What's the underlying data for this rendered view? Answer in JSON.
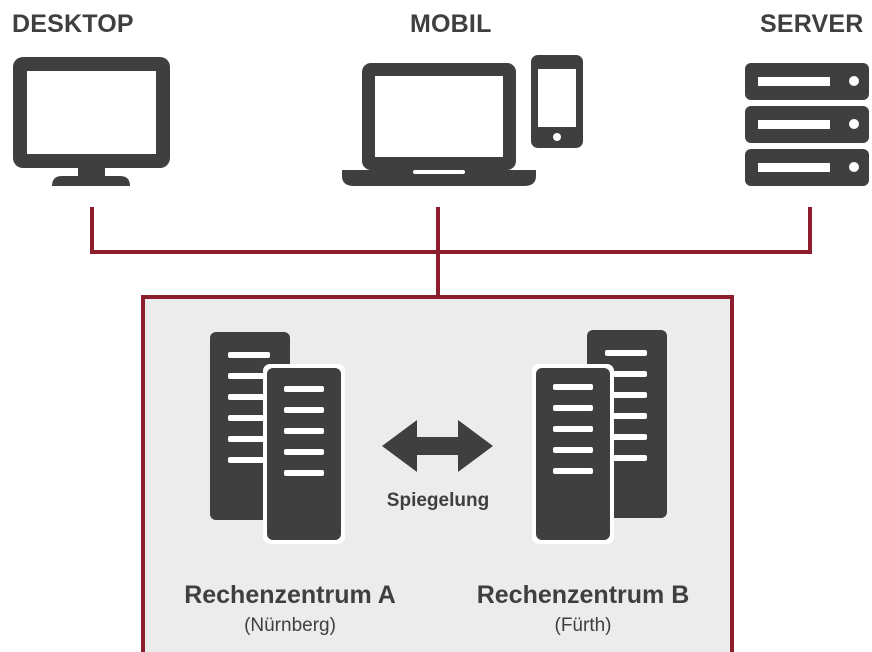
{
  "devices": {
    "desktop": "DESKTOP",
    "mobile": "MOBIL",
    "server": "SERVER"
  },
  "datacenters": {
    "a": {
      "name": "Rechenzentrum A",
      "city": "(Nürnberg)"
    },
    "b": {
      "name": "Rechenzentrum B",
      "city": "(Fürth)"
    },
    "link_label": "Spiegelung"
  },
  "colors": {
    "connector": "#8b1d2c",
    "icon": "#3f3f3f",
    "box_fill": "#ececec"
  }
}
